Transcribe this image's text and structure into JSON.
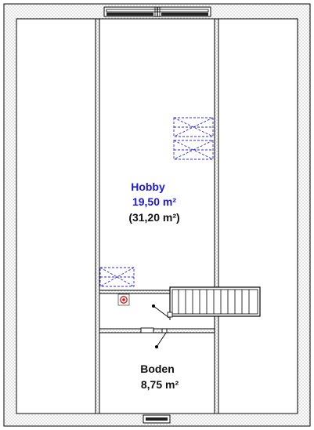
{
  "floor_plan": {
    "rooms": [
      {
        "id": "hobby",
        "name": "Hobby",
        "area_net": "19,50 m²",
        "area_gross": "(31,20 m²)",
        "name_color": "#1a1ad6",
        "area_color": "#1a1ad6"
      },
      {
        "id": "boden",
        "name": "Boden",
        "area_net": "8,75 m²",
        "name_color": "#111111",
        "area_color": "#111111"
      }
    ],
    "symbols": {
      "roof_window": "dashed-cross-rectangle",
      "stairs": "stair-flight",
      "fixture": "red-circle-symbol"
    },
    "colors": {
      "wall_fill": "#ffffff",
      "wall_hatch": "#6e6e6e",
      "dashed_symbol": "#2a2ad8",
      "fixture": "#e01010",
      "line": "#000000"
    }
  }
}
